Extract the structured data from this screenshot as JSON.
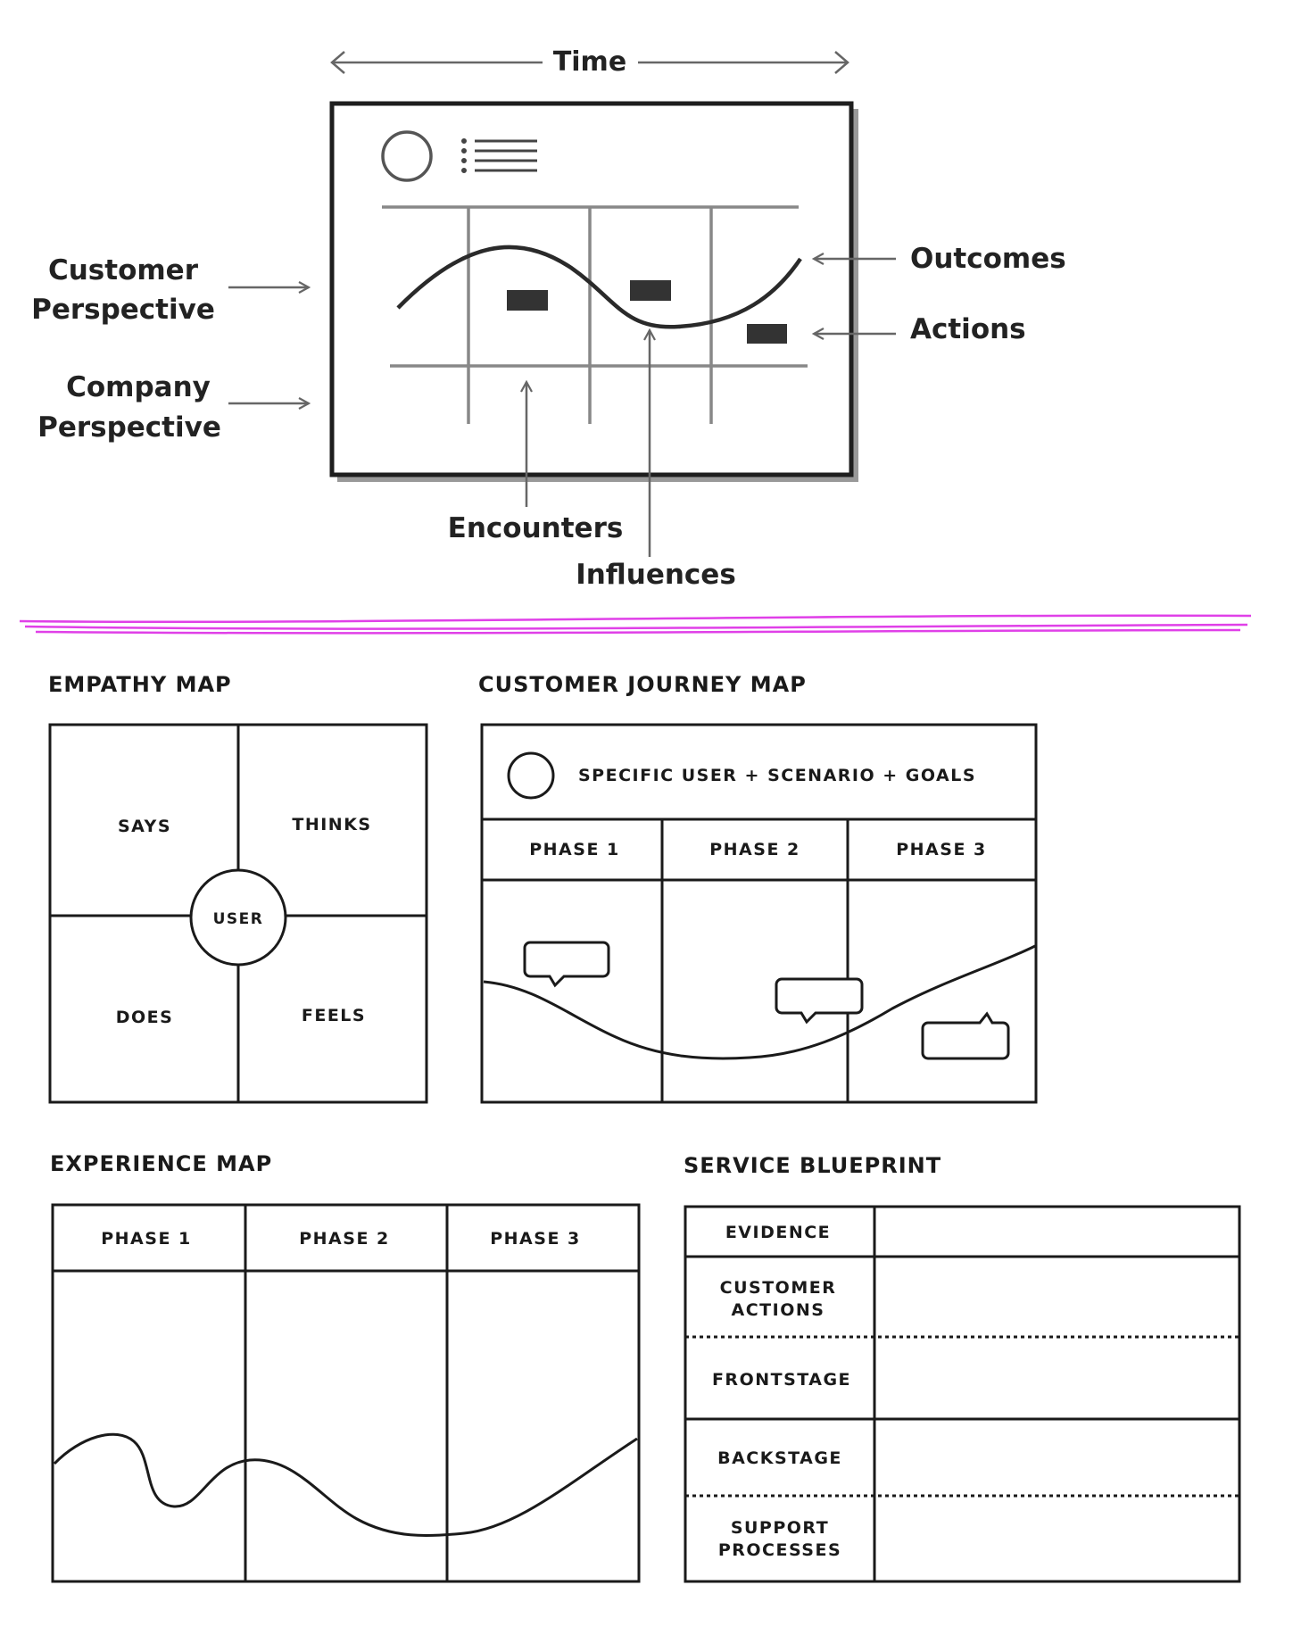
{
  "colors": {
    "ink": "#1a1a1a",
    "grey_ink": "#444444",
    "light_grey": "#777777",
    "separator": "#e040e8"
  },
  "overview": {
    "time_label": "Time",
    "customer_perspective": [
      "Customer",
      "Perspective"
    ],
    "company_perspective": [
      "Company",
      "Perspective"
    ],
    "outcomes": "Outcomes",
    "actions": "Actions",
    "encounters": "Encounters",
    "influences": "Influences",
    "icons": [
      "user-circle-icon",
      "list-lines-icon"
    ]
  },
  "empathy_map": {
    "title": "EMPATHY MAP",
    "says": "SAYS",
    "thinks": "THINKS",
    "user": "USER",
    "does": "DOES",
    "feels": "FEELS"
  },
  "journey_map": {
    "title": "CUSTOMER JOURNEY MAP",
    "header": "SPECIFIC USER + SCENARIO + GOALS",
    "phases": [
      "PHASE 1",
      "PHASE 2",
      "PHASE 3"
    ],
    "icons": [
      "user-circle-icon",
      "speech-bubble-icon"
    ]
  },
  "experience_map": {
    "title": "EXPERIENCE MAP",
    "phases": [
      "PHASE 1",
      "PHASE 2",
      "PHASE 3"
    ]
  },
  "service_blueprint": {
    "title": "SERVICE BLUEPRINT",
    "evidence": "EVIDENCE",
    "customer_actions": [
      "CUSTOMER",
      "ACTIONS"
    ],
    "frontstage": "FRONTSTAGE",
    "backstage": "BACKSTAGE",
    "support_processes": [
      "SUPPORT",
      "PROCESSES"
    ]
  }
}
